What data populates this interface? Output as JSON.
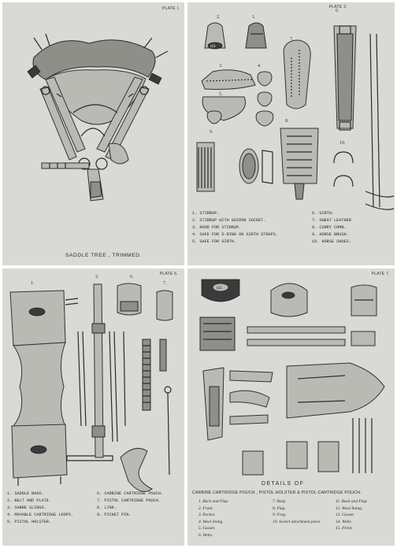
{
  "plate1": {
    "label": "PLATE I.",
    "caption": "SADDLE TREE , TRIMMED."
  },
  "plate2": {
    "label": "PLATE 2.",
    "legend_left": [
      "1. STIRRUP.",
      "2. STIRRUP WITH GUIDON SOCKET.",
      "3. HOOD FOR STIRRUP.",
      "4. SAFE FOR D-RING ON GIRTH STRAPS.",
      "5. SAFE FOR GIRTH."
    ],
    "legend_right": [
      "6. GIRTH.",
      "7. SWEAT LEATHER",
      "8. CURRY COMB.",
      "9. HORSE BRUSH.",
      "10. HORSE SHOES."
    ]
  },
  "plate3": {
    "label": "PLATE 6.",
    "legend_left": [
      "1. SADDLE BAGS.",
      "2. BELT AND PLATE.",
      "3. SABRE SLINGS.",
      "4. MOVABLE CARTRIDGE LOOPS.",
      "5. PISTOL HOLSTER."
    ],
    "legend_right": [
      "6. CARBINE CARTRIDGE POUCH.",
      "7. PISTOL CARTRIDGE POUCH.",
      "8. LINK.",
      "9. PICKET PIN."
    ]
  },
  "plate4": {
    "label": "PLATE 7.",
    "title": "DETAILS OF",
    "subtitle": "CARBINE CARTRIDGE POUCH , PISTOL HOLSTER & PISTOL CARTRIDGE POUCH.",
    "legend_col1": [
      "1. Back and Flap.",
      "2. Front.",
      "3. Pocket.",
      "4. Wool lining.",
      "5. Gusset.",
      "6. Welts."
    ],
    "legend_col2": [
      "7. Body.",
      "8. Flap.",
      "9. Frog.",
      "10. Swivel attachment piece."
    ],
    "legend_col3": [
      "11. Back and Flap.",
      "12. Wool lining.",
      "13. Gusset.",
      "14. Welts.",
      "15. Front."
    ]
  },
  "emblem_text": "US",
  "colors": {
    "paper": "#d9dad5",
    "ink": "#2b2b2b",
    "border": "#ffffff"
  }
}
